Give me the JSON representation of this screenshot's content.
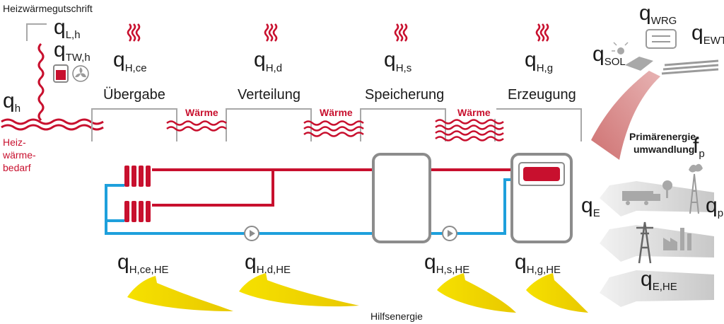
{
  "credit_label": "Heizwärmegutschrift",
  "demand_label": [
    "Heiz-",
    "wärme-",
    "bedarf"
  ],
  "stages": [
    "Übergabe",
    "Verteilung",
    "Speicherung",
    "Erzeugung"
  ],
  "heat_flow_label": "Wärme",
  "aux_energy_label": "Hilfsenergie",
  "primary_label": [
    "Primärenergie-",
    "umwandlung"
  ],
  "symbols": {
    "qh": {
      "main": "q",
      "sub": "h"
    },
    "qLh": {
      "main": "q",
      "sub": "L,h"
    },
    "qTWh": {
      "main": "q",
      "sub": "TW,h"
    },
    "qHce": {
      "main": "q",
      "sub": "H,ce"
    },
    "qHd": {
      "main": "q",
      "sub": "H,d"
    },
    "qHs": {
      "main": "q",
      "sub": "H,s"
    },
    "qHg": {
      "main": "q",
      "sub": "H,g"
    },
    "qWRG": {
      "main": "q",
      "sub": "WRG"
    },
    "qSOL": {
      "main": "q",
      "sub": "SOL"
    },
    "qEWT": {
      "main": "q",
      "sub": "EWT"
    },
    "fp": {
      "main": "f",
      "sub": "p"
    },
    "qE": {
      "main": "q",
      "sub": "E"
    },
    "qp": {
      "main": "q",
      "sub": "p"
    },
    "qEHE": {
      "main": "q",
      "sub": "E,HE"
    },
    "qHceHE": {
      "main": "q",
      "sub": "H,ce,HE"
    },
    "qHdHE": {
      "main": "q",
      "sub": "H,d,HE"
    },
    "qHsHE": {
      "main": "q",
      "sub": "H,s,HE"
    },
    "qHgHE": {
      "main": "q",
      "sub": "H,g,HE"
    }
  },
  "colors": {
    "heat": "#c8102e",
    "return": "#1ea0dc",
    "aux": "#f2d800",
    "bracket": "#a8a8a8",
    "device": "#8c8c8c",
    "gray_flow": "#dcdcdc",
    "pink_flow": "#d98a8a"
  }
}
